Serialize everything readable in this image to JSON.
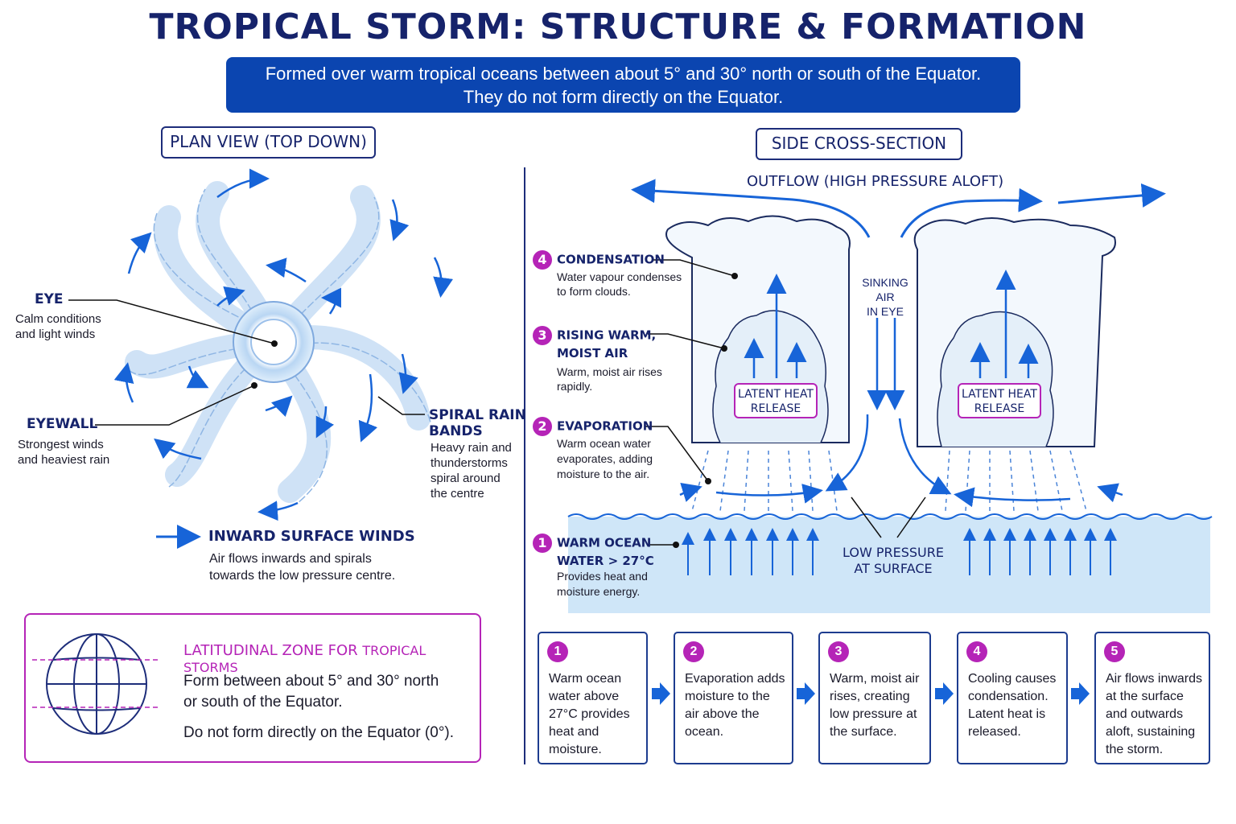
{
  "title": "TROPICAL STORM: STRUCTURE & FORMATION",
  "banner": {
    "line1": "Formed over warm tropical oceans between about 5° and 30° north or south of the Equator.",
    "line2": "They do not form directly on the Equator."
  },
  "plan_view": {
    "label": "PLAN VIEW (TOP DOWN)",
    "eye": {
      "title": "EYE",
      "desc1": "Calm conditions",
      "desc2": "and light winds"
    },
    "eyewall": {
      "title": "EYEWALL",
      "desc1": "Strongest winds",
      "desc2": "and heaviest rain"
    },
    "rain_bands": {
      "title1": "SPIRAL RAIN",
      "title2": "BANDS",
      "desc1": "Heavy rain and",
      "desc2": "thunderstorms",
      "desc3": "spiral around",
      "desc4": "the centre"
    },
    "inward_winds": {
      "title": "INWARD SURFACE WINDS",
      "desc1": "Air flows inwards and spirals",
      "desc2": "towards the low pressure centre."
    }
  },
  "side_view": {
    "label": "SIDE CROSS-SECTION",
    "outflow": "OUTFLOW (HIGH PRESSURE ALOFT)",
    "sinking1": "SINKING AIR",
    "sinking2": "IN EYE",
    "latent1": "LATENT HEAT",
    "latent2": "RELEASE",
    "low1": "LOW PRESSURE",
    "low2": "AT SURFACE",
    "callouts": [
      {
        "num": "4",
        "title1": "CONDENSATION",
        "title2": "",
        "desc1": "Water vapour condenses",
        "desc2": "to form clouds.",
        "desc3": ""
      },
      {
        "num": "3",
        "title1": "RISING WARM,",
        "title2": "MOIST AIR",
        "desc1": "Warm, moist air rises",
        "desc2": "rapidly.",
        "desc3": ""
      },
      {
        "num": "2",
        "title1": "EVAPORATION",
        "title2": "",
        "desc1": "Warm ocean water",
        "desc2": "evaporates, adding",
        "desc3": "moisture to the air."
      },
      {
        "num": "1",
        "title1": "WARM OCEAN",
        "title2": "WATER > 27°C",
        "desc1": "Provides heat and",
        "desc2": "moisture energy.",
        "desc3": ""
      }
    ]
  },
  "latitude": {
    "title_a": "LATITUDINAL ZONE FOR",
    "title_b": "TROPICAL STORMS",
    "line1": "Form between about 5° and 30° north",
    "line2": "or south of the Equator.",
    "line3": "Do not form directly on the Equator (0°)."
  },
  "steps": [
    {
      "num": "1",
      "text": "Warm ocean water above 27°C provides heat and moisture."
    },
    {
      "num": "2",
      "text": "Evaporation adds moisture to the air above the ocean."
    },
    {
      "num": "3",
      "text": "Warm, moist air rises, creating low pressure at the surface."
    },
    {
      "num": "4",
      "text": "Cooling causes condensation. Latent heat is released."
    },
    {
      "num": "5",
      "text": "Air flows inwards at the surface and outwards aloft, sustaining the storm."
    }
  ],
  "colors": {
    "navy": "#16236b",
    "banner": "#0b45b0",
    "magenta": "#b524b7",
    "arrow": "#1764d8",
    "cloud": "#dceaf8",
    "ocean": "#cfe6f8"
  }
}
